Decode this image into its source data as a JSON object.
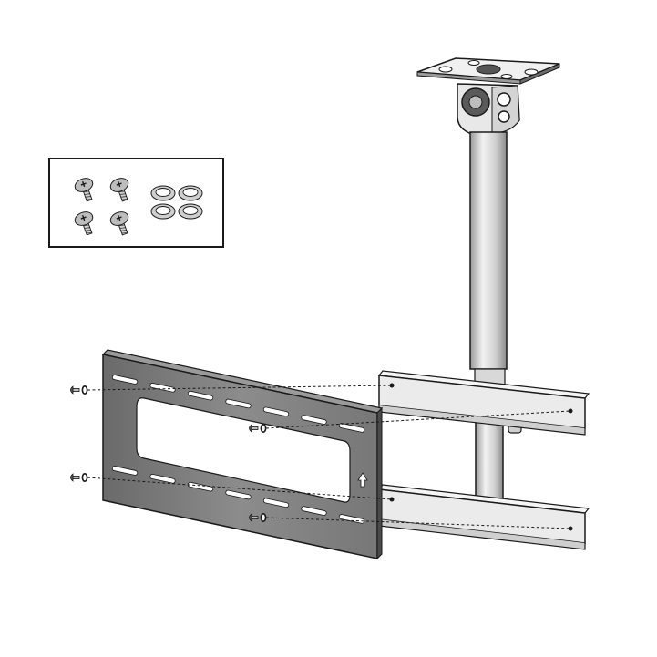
{
  "diagram": {
    "subject": "ceiling-tv-mount-assembly",
    "colors": {
      "line": "#1a1a1a",
      "metal_light": "#e6e6e6",
      "metal_mid": "#bdbdbd",
      "metal_dark": "#555555",
      "plate": "#7f7f7f",
      "plate_dark": "#5e5e5e",
      "slot": "#ffffff",
      "background": "#ffffff"
    },
    "hardware_inset": {
      "screws": 4,
      "washers": 4
    },
    "plate_slots": {
      "rows": 2,
      "per_row": 7
    },
    "hidden_fasteners": 4,
    "assembly_guides": 4
  }
}
